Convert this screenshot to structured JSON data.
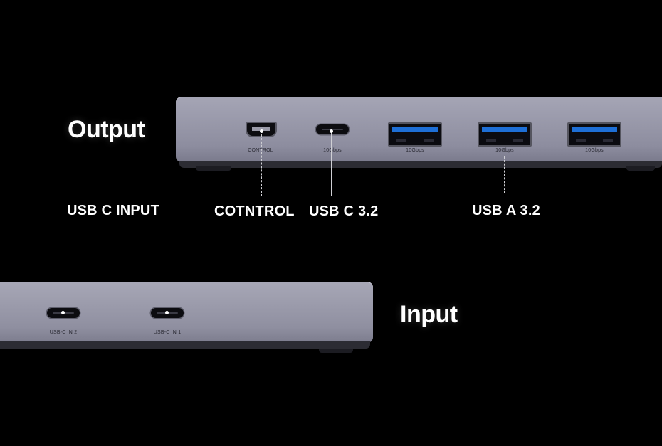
{
  "headings": {
    "output": "Output",
    "input": "Input"
  },
  "callouts": {
    "usb_c_input": "USB C INPUT",
    "control": "COTNTROL",
    "usb_c_32": "USB C 3.2",
    "usb_a_32": "USB A 3.2"
  },
  "top_ports": {
    "control": "CONTROL",
    "usbc_speed": "10Gbps",
    "usba_1_speed": "10Gbps",
    "usba_2_speed": "10Gbps",
    "usba_3_speed": "10Gbps"
  },
  "bottom_ports": {
    "in_2": "USB-C IN 2",
    "in_1": "USB-C IN 1"
  },
  "colors": {
    "background": "#000000",
    "usb_a_tongue": "#1e6fd6",
    "device": "#9a9aab"
  },
  "icons": [
    "mini-usb-port",
    "usb-c-port",
    "usb-a-port"
  ]
}
